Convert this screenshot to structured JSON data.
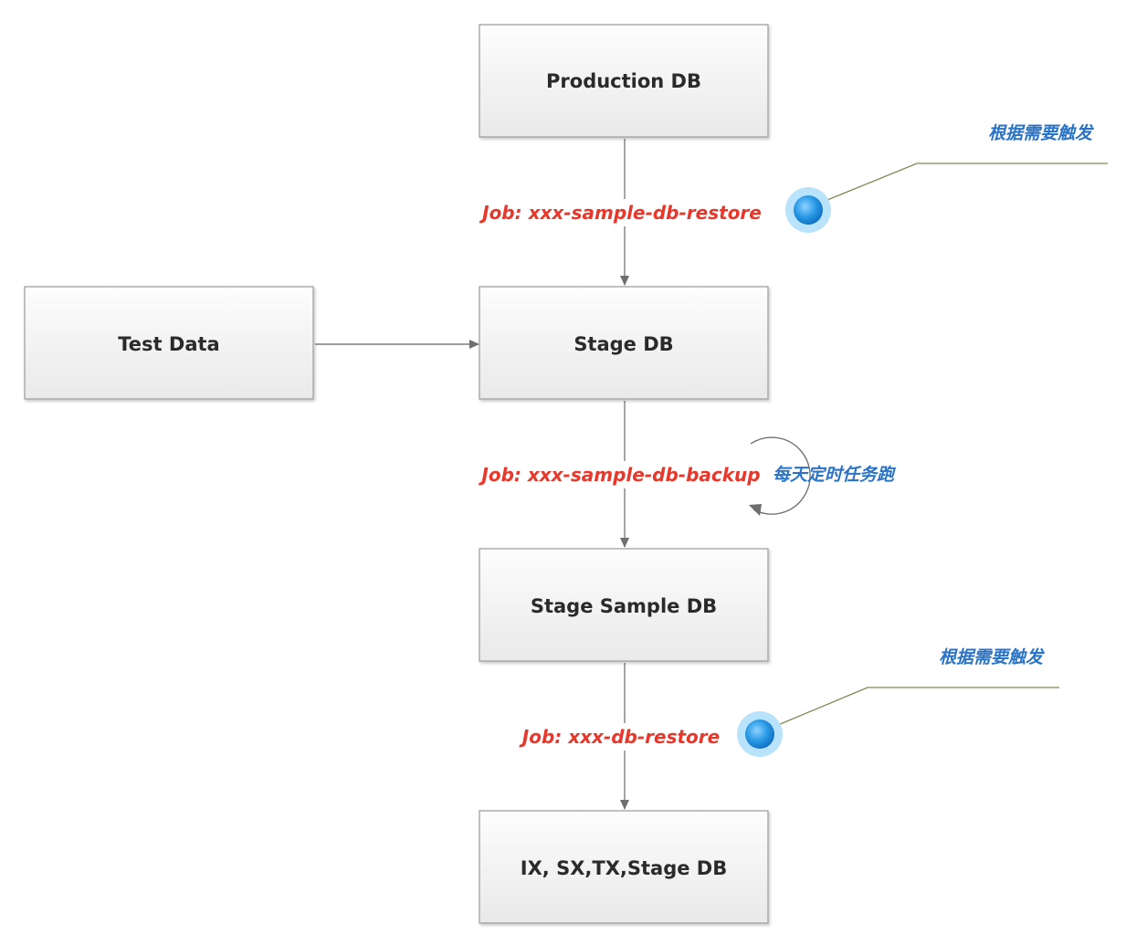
{
  "nodes": {
    "production_db": "Production DB",
    "test_data": "Test Data",
    "stage_db": "Stage DB",
    "stage_sample_db": "Stage Sample DB",
    "target_dbs": "IX, SX,TX,Stage DB"
  },
  "jobs": {
    "sample_db_restore": "Job: xxx-sample-db-restore",
    "sample_db_backup": "Job: xxx-sample-db-backup",
    "db_restore": "Job: xxx-db-restore"
  },
  "notes": {
    "trigger_on_demand_1": "根据需要触发",
    "daily_scheduled": "每天定时任务跑",
    "trigger_on_demand_2": "根据需要触发"
  },
  "colors": {
    "job_label": "#e8372b",
    "note_text": "#2a73c6",
    "node_border": "#9a9a9a",
    "edge": "#7f7f7f",
    "callout_dot": "#1f93e0",
    "callout_line": "#7e8a55"
  },
  "icons": {
    "callout_marker": "circle-marker",
    "schedule_loop": "circular-arrow"
  }
}
